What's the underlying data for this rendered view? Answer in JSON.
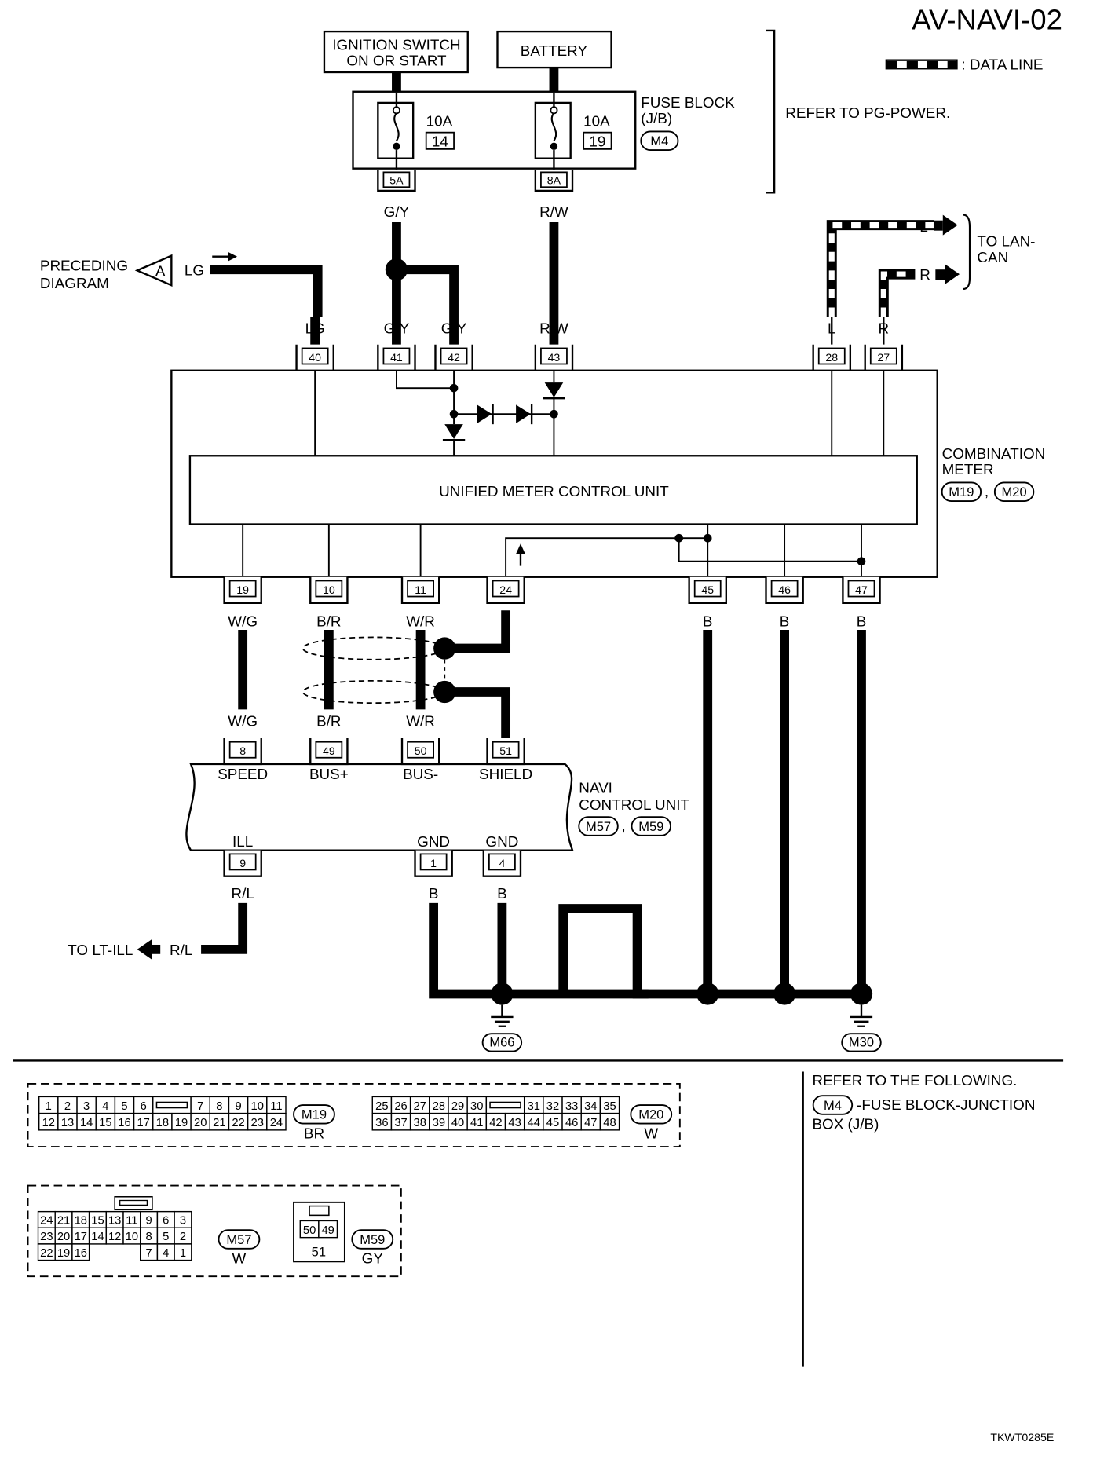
{
  "header": {
    "page_code": "AV-NAVI-02",
    "legend_label": ": DATA LINE",
    "refer_pg": "REFER TO PG-POWER.",
    "doc_code": "TKWT0285E"
  },
  "power": {
    "ignition_line1": "IGNITION SWITCH",
    "ignition_line2": "ON OR START",
    "battery": "BATTERY",
    "fuse_block_line1": "FUSE BLOCK",
    "fuse_block_line2": "(J/B)",
    "fuse_block_conn": "M4",
    "fuse1_amp": "10A",
    "fuse1_num": "14",
    "fuse1_term": "5A",
    "fuse2_amp": "10A",
    "fuse2_num": "19",
    "fuse2_term": "8A"
  },
  "lan": {
    "to_line1": "TO LAN-",
    "to_line2": "CAN",
    "L": "L",
    "R": "R"
  },
  "preceding": {
    "line1": "PRECEDING",
    "line2": "DIAGRAM",
    "ref": "A",
    "wire": "LG"
  },
  "meter": {
    "name_line1": "COMBINATION",
    "name_line2": "METER",
    "conn1": "M19",
    "conn2": "M20",
    "sep": ",",
    "inner": "UNIFIED METER CONTROL UNIT",
    "top_pins": [
      {
        "num": "40",
        "wire": "LG"
      },
      {
        "num": "41",
        "wire": "G/Y"
      },
      {
        "num": "42",
        "wire": "G/Y"
      },
      {
        "num": "43",
        "wire": "R/W"
      },
      {
        "num": "28",
        "wire": "L"
      },
      {
        "num": "27",
        "wire": "R"
      }
    ],
    "bottom_pins": [
      {
        "num": "19",
        "wire": "W/G"
      },
      {
        "num": "10",
        "wire": "B/R"
      },
      {
        "num": "11",
        "wire": "W/R"
      },
      {
        "num": "24",
        "wire": ""
      },
      {
        "num": "45",
        "wire": "B"
      },
      {
        "num": "46",
        "wire": "B"
      },
      {
        "num": "47",
        "wire": "B"
      }
    ]
  },
  "upper_wires": {
    "gy": "G/Y",
    "rw": "R/W"
  },
  "navi": {
    "name_line1": "NAVI",
    "name_line2": "CONTROL UNIT",
    "conn1": "M57",
    "conn2": "M59",
    "sep": ",",
    "top_pins": [
      {
        "num": "8",
        "label": "SPEED",
        "wire": "W/G"
      },
      {
        "num": "49",
        "label": "BUS+",
        "wire": "B/R"
      },
      {
        "num": "50",
        "label": "BUS-",
        "wire": "W/R"
      },
      {
        "num": "51",
        "label": "SHIELD",
        "wire": ""
      }
    ],
    "bottom_pins": [
      {
        "num": "9",
        "label": "ILL",
        "wire": "R/L"
      },
      {
        "num": "1",
        "label": "GND",
        "wire": "B"
      },
      {
        "num": "4",
        "label": "GND",
        "wire": "B"
      }
    ]
  },
  "lower": {
    "to_lt_ill": "TO LT-ILL",
    "lt_wire": "R/L",
    "b": "B",
    "ground1": "M66",
    "ground2": "M30"
  },
  "connectors": {
    "m19": {
      "name": "M19",
      "color": "BR",
      "row1": [
        "1",
        "2",
        "3",
        "4",
        "5",
        "6",
        "",
        "7",
        "8",
        "9",
        "10",
        "11"
      ],
      "row2": [
        "12",
        "13",
        "14",
        "15",
        "16",
        "17",
        "18",
        "19",
        "20",
        "21",
        "22",
        "23",
        "24"
      ]
    },
    "m20": {
      "name": "M20",
      "color": "W",
      "row1": [
        "25",
        "26",
        "27",
        "28",
        "29",
        "30",
        "",
        "31",
        "32",
        "33",
        "34",
        "35"
      ],
      "row2": [
        "36",
        "37",
        "38",
        "39",
        "40",
        "41",
        "42",
        "43",
        "44",
        "45",
        "46",
        "47",
        "48"
      ]
    },
    "m57": {
      "name": "M57",
      "color": "W",
      "row1": [
        "24",
        "21",
        "18",
        "15",
        "13",
        "11",
        "9",
        "6",
        "3"
      ],
      "row2": [
        "23",
        "20",
        "17",
        "14",
        "12",
        "10",
        "8",
        "5",
        "2"
      ],
      "row3": [
        "22",
        "19",
        "16",
        "7",
        "4",
        "1"
      ]
    },
    "m59": {
      "name": "M59",
      "color": "GY",
      "row1": [
        "50",
        "49"
      ],
      "row2": [
        "51"
      ]
    },
    "refer_title": "REFER TO THE FOLLOWING.",
    "refer_conn": "M4",
    "refer_line1": "-FUSE BLOCK-JUNCTION",
    "refer_line2": "BOX (J/B)"
  }
}
